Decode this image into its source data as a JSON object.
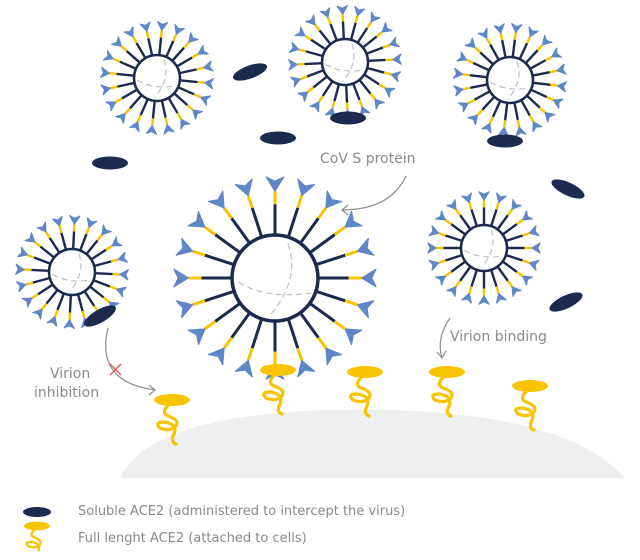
{
  "labels": {
    "spike": "CoV S protein",
    "binding": "Virion binding",
    "inhibition_line1": "Virion",
    "inhibition_line2": "inhibition"
  },
  "legend": [
    {
      "icon": "soluble-ace2-icon",
      "text": "Soluble ACE2 (administered to intercept the virus)"
    },
    {
      "icon": "full-length-ace2-icon",
      "text": "Full lenght ACE2 (attached to cells)"
    }
  ],
  "colors": {
    "navy": "#1b2a4e",
    "spike_blue": "#5f86c6",
    "yellow": "#f8c300",
    "cell": "#eef0ef",
    "text": "#8a8a8a",
    "cross": "#e4554f"
  }
}
